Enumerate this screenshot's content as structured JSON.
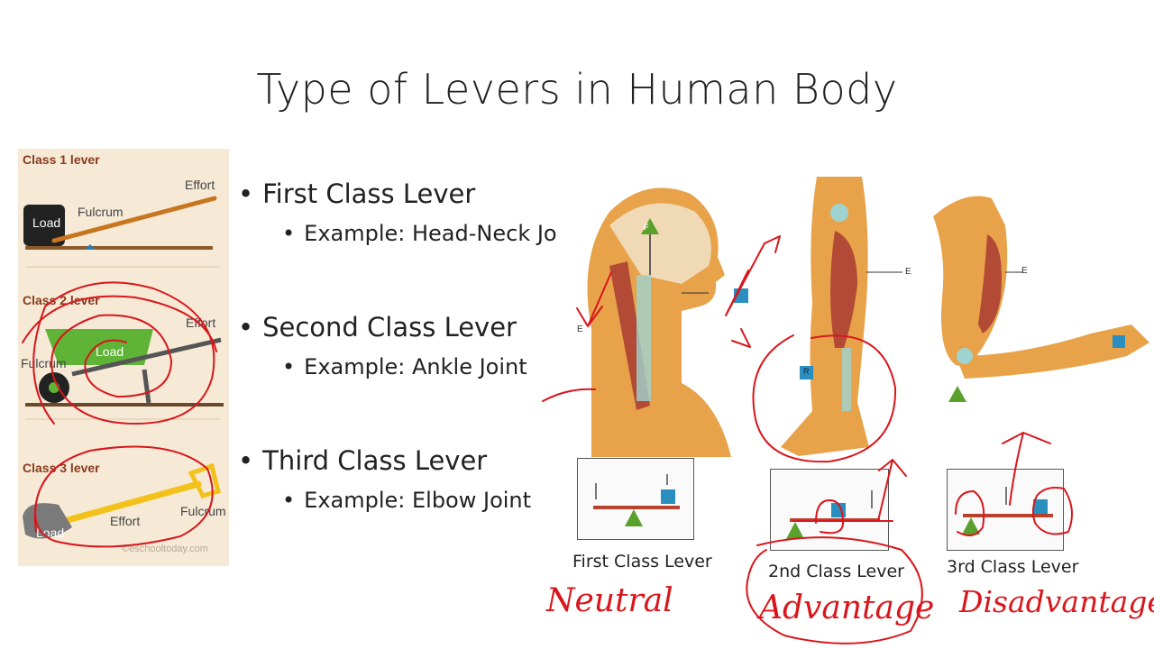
{
  "slide": {
    "title": "Type  of Levers  in Human Body"
  },
  "infographic": {
    "class1_title": "Class 1 lever",
    "class1_effort": "Effort",
    "class1_fulcrum": "Fulcrum",
    "class1_load": "Load",
    "class2_title": "Class 2 lever",
    "class2_effort": "Effort",
    "class2_fulcrum": "Fulcrum",
    "class2_load": "Load",
    "class3_title": "Class 3 lever",
    "class3_effort": "Effort",
    "class3_fulcrum": "Fulcrum",
    "class3_load": "Load",
    "credit": "©eschooltoday.com"
  },
  "bullets": [
    {
      "heading": "First Class Lever",
      "example": "Example: Head-Neck Jo"
    },
    {
      "heading": "Second Class Lever",
      "example": "Example: Ankle Joint"
    },
    {
      "heading": "Third Class Lever",
      "example": "Example: Elbow Joint"
    }
  ],
  "diagram_labels": {
    "fulcrum": "F",
    "resistance": "R",
    "effort": "E"
  },
  "captions": [
    "First Class Lever",
    "2nd Class Lever",
    "3rd Class Lever"
  ],
  "handwriting": [
    "Neutral",
    "Advantage",
    "Disadvantage"
  ],
  "colors": {
    "annotation": "#d9161c",
    "resistance_box": "#2a8fbf",
    "fulcrum_triangle": "#5aa02c",
    "lever_beam": "#b8422e",
    "skin": "#e8a34a",
    "muscle": "#b34a35"
  }
}
